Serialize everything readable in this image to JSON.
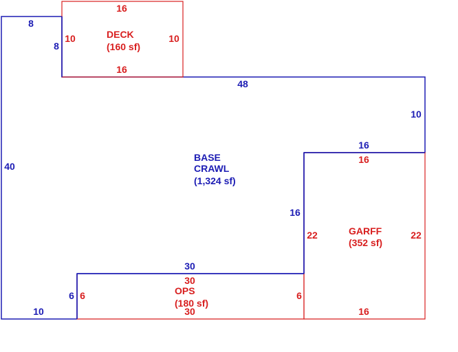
{
  "colors": {
    "base": "#1c1cb4",
    "addition": "#d81e1e",
    "background": "#ffffff"
  },
  "areas": {
    "base": {
      "line1": "BASE",
      "line2": "CRAWL",
      "area": "(1,324 sf)"
    },
    "deck": {
      "name": "DECK",
      "area": "(160 sf)"
    },
    "garff": {
      "name": "GARFF",
      "area": "(352 sf)"
    },
    "ops": {
      "name": "OPS",
      "area": "(180 sf)"
    }
  },
  "dimensions": {
    "base": {
      "top_left_8": "8",
      "inner_vertical_8": "8",
      "top_48": "48",
      "right_10": "10",
      "step_16": "16",
      "inner_vertical_16": "16",
      "ops_top_30": "30",
      "left_40": "40",
      "ops_left_6": "6",
      "bottom_10": "10"
    },
    "deck": {
      "top": "16",
      "left": "10",
      "right": "10",
      "bottom": "16"
    },
    "garff": {
      "top": "16",
      "left": "22",
      "right": "22",
      "bottom": "16"
    },
    "ops": {
      "top": "30",
      "left": "6",
      "right": "6",
      "bottom": "30"
    }
  }
}
